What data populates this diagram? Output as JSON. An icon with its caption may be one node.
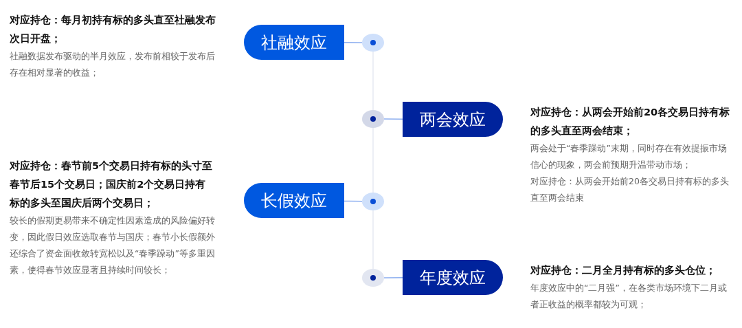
{
  "diagram": {
    "nodes": [
      {
        "text": [
          "社融效应"
        ],
        "beside": [
          "对应持仓：每月初持有标的多头直至社融发布次日开盘；",
          "社融数据发布驱动的半月效应，发布前相较于发布后存在相对显著的收益；"
        ]
      },
      {
        "text": [],
        "shape": "circle"
      },
      {
        "text": [],
        "shape": "circle"
      },
      {
        "text": [
          "两会效应"
        ],
        "beside": [
          "对应持仓：从两会开始前20各交易日持有标的多头直至两会结束；",
          "两会处于“春季躁动”末期，同时存在有效提振市场信心的现象，两会前预期升温带动市场；",
          "对应持仓：从两会开始前20各交易日持有标的多头直至两会结束"
        ]
      },
      {
        "text": [
          "长假效应"
        ],
        "beside": [
          "对应持仓：春节前5个交易日持有标的头寸至春节后15个交易日；国庆前2个交易日持有标的多头至国庆后两个交易日；",
          "较长的假期更易带来不确定性因素造成的风险偏好转变，因此假日效应选取春节与国庆；春节小长假额外还综合了资金面收敛转宽松以及“春季躁动”等多重因素，使得春节效应显著且持续时间较长；"
        ]
      },
      {
        "text": [],
        "shape": "circle"
      },
      {
        "text": [],
        "shape": "circle"
      },
      {
        "text": [
          "年度效应"
        ],
        "beside": [
          "对应持仓：二月全月持有标的多头仓位；",
          "年度效应中的“二月强”，在各类市场环境下二月或者正收益的概率都较为可观；"
        ]
      }
    ],
    "edges": [
      {
        "from": 0,
        "to": 1,
        "arrow": "none"
      },
      {
        "from": 1,
        "to": 2,
        "arrow": "none",
        "color": "#e6e9f2"
      },
      {
        "from": 2,
        "to": 3,
        "arrow": "none"
      },
      {
        "from": 2,
        "to": 5,
        "arrow": "none",
        "color": "#e6e9f2"
      },
      {
        "from": 4,
        "to": 5,
        "arrow": "none"
      },
      {
        "from": 5,
        "to": 6,
        "arrow": "none",
        "color": "#e6e9f2"
      },
      {
        "from": 6,
        "to": 7,
        "arrow": "none"
      }
    ]
  }
}
